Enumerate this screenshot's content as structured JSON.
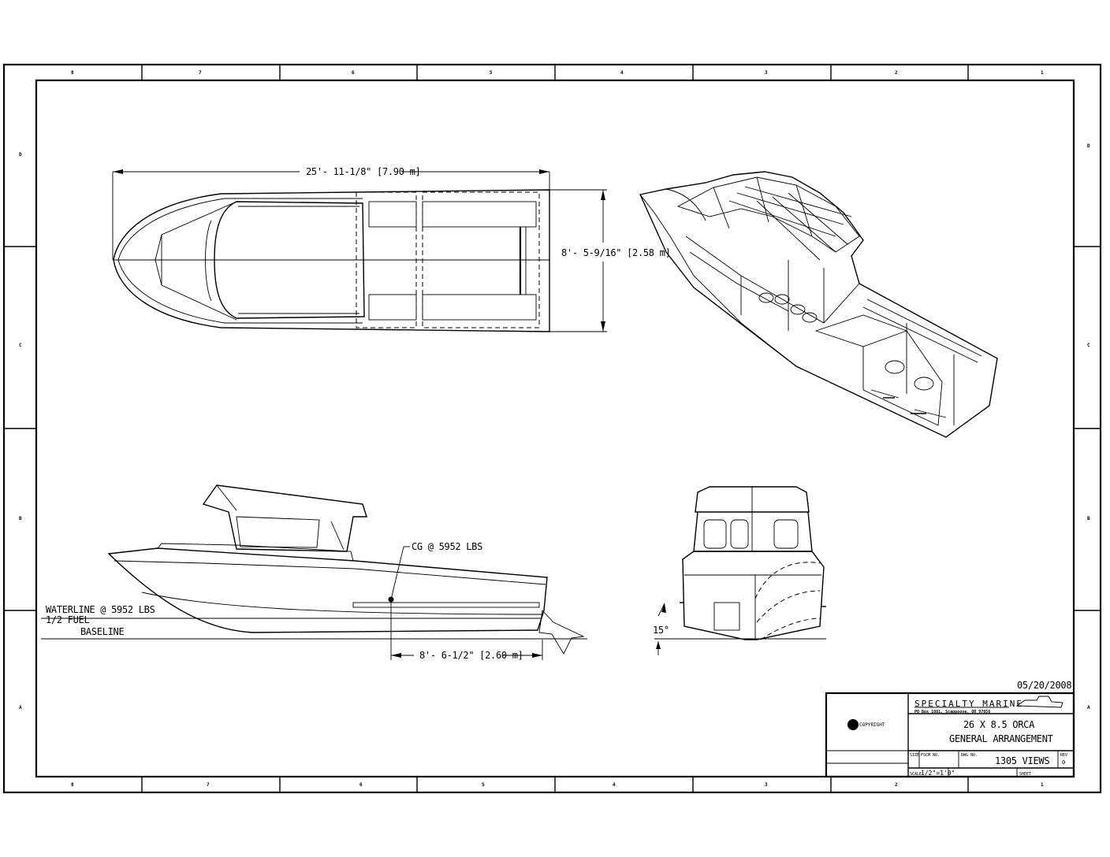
{
  "zones": {
    "columns": [
      "8",
      "7",
      "6",
      "5",
      "4",
      "3",
      "2",
      "1"
    ],
    "rows": [
      "D",
      "C",
      "B",
      "A"
    ]
  },
  "plan_view": {
    "length_dim": "25'- 11-1/8\" [7.90 m]",
    "beam_dim": "8'- 5-9/16\" [2.58 m]"
  },
  "profile_view": {
    "cg_label": "CG @ 5952 LBS",
    "waterline_label": "WATERLINE @ 5952 LBS",
    "fuel_label": "1/2 FUEL",
    "baseline_label": "BASELINE",
    "cg_dim": "8'- 6-1/2\" [2.60 m]"
  },
  "end_view": {
    "deadrise_angle": "15°"
  },
  "title_block": {
    "date": "05/20/2008",
    "copyright": "COPYRIGHT",
    "company": "SPECIALTY MARINE",
    "address": "PO Box 1081, Scappoose, OR 97056",
    "title_line1": "26 X 8.5 ORCA",
    "title_line2": "GENERAL ARRANGEMENT",
    "size_label": "SIZE",
    "fscm_label": "FSCM NO.",
    "dwg_label": "DWG NO.",
    "dwg_no": "1305 VIEWS",
    "rev_label": "REV",
    "rev": "0",
    "scale_label": "SCALE",
    "scale": "1/2\"=1'0\"",
    "sheet_label": "SHEET"
  }
}
